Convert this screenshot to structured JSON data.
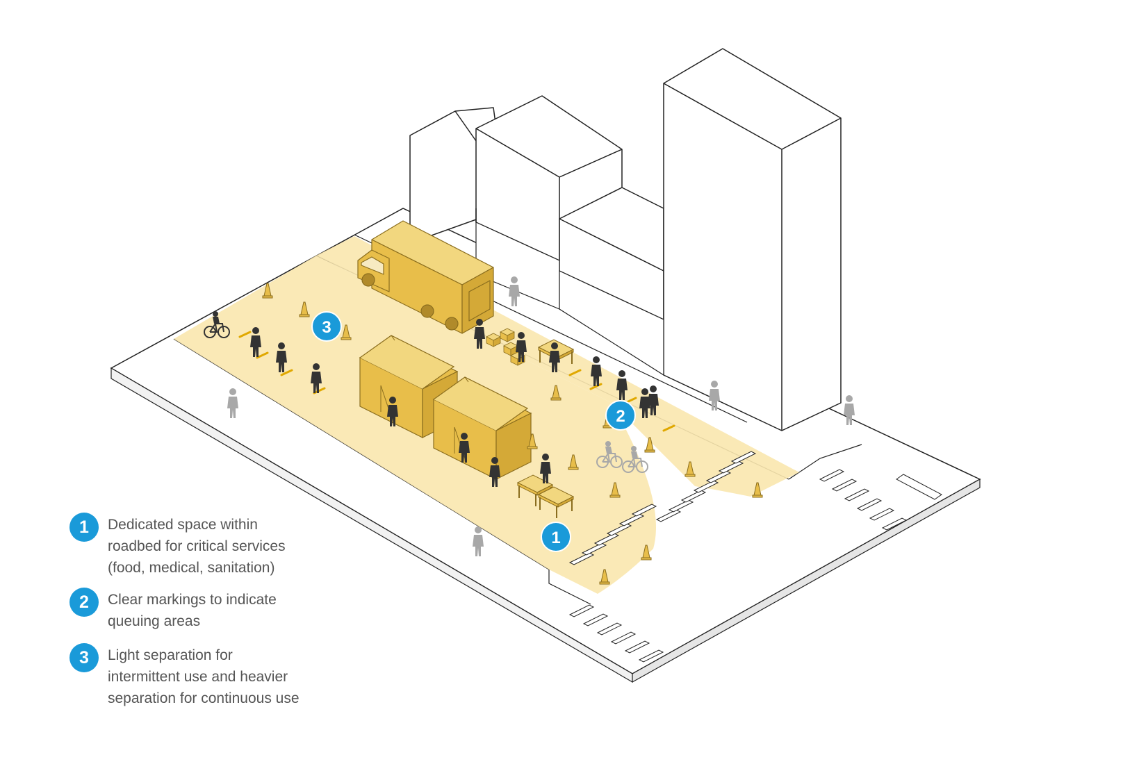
{
  "colors": {
    "accent": "#1a9ad9",
    "zone_fill": "#f9e7ae",
    "object_fill": "#e8be4a",
    "object_stroke": "#8a6d1e",
    "figure_dark": "#333333",
    "figure_light": "#a8a8a8",
    "line": "#222222"
  },
  "markers": [
    {
      "number": "1",
      "target": "service-tables"
    },
    {
      "number": "2",
      "target": "queue-line"
    },
    {
      "number": "3",
      "target": "cone-barrier"
    }
  ],
  "legend": [
    {
      "number": "1",
      "text": "Dedicated space within\nroadbed for critical services\n(food, medical, sanitation)"
    },
    {
      "number": "2",
      "text": "Clear markings to indicate\nqueuing areas"
    },
    {
      "number": "3",
      "text": "Light separation for\nintermittent use and heavier\nseparation for continuous use"
    }
  ],
  "icons": [
    "traffic-cone-icon",
    "person-icon",
    "bicycle-icon",
    "tent-icon",
    "truck-icon",
    "table-icon",
    "box-icon"
  ]
}
